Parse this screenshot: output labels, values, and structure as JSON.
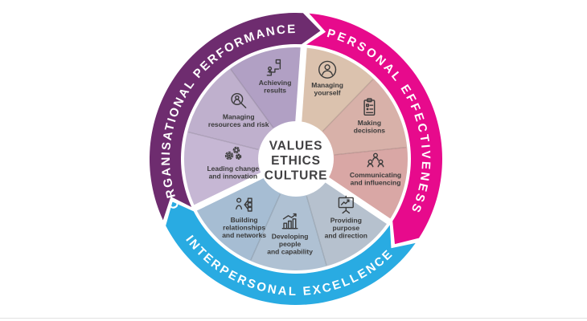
{
  "background": "#ffffff",
  "bottom_edge_color": "#e2e2e2",
  "icon_color": "#3b3b3b",
  "wedge_label_color": "#3a3a3a",
  "center": {
    "lines": [
      "VALUES",
      "ETHICS",
      "CULTURE"
    ],
    "circle_color": "#ffffff",
    "text_color": "#414042"
  },
  "sections": [
    {
      "id": "organisational-performance",
      "label": "ORGANISATIONAL PERFORMANCE",
      "ring_color": "#6E2C6F",
      "arc": {
        "cw_junction": 86,
        "ccw_junction": 206
      },
      "text_arc": {
        "from": 203,
        "to": 89,
        "radius": 157,
        "letter_spacing": 2.0,
        "side": "top"
      },
      "wedges": [
        {
          "id": "achieving-results",
          "label": "Achieving results",
          "label_lines": [
            "Achieving",
            "results"
          ],
          "icon": "achieving-results-icon",
          "fill": "#B1A0C4",
          "from": 86,
          "to": 126,
          "label_r": 94
        },
        {
          "id": "managing-resources-and-risk",
          "label": "Managing resources and risk",
          "label_lines": [
            "Managing",
            "resources and risk"
          ],
          "icon": "magnifier-person-icon",
          "fill": "#BFB0CD",
          "from": 126,
          "to": 166,
          "label_r": 86
        },
        {
          "id": "leading-change-and-innovation",
          "label": "Leading change and innovation",
          "label_lines": [
            "Leading change",
            "and innovation"
          ],
          "icon": "gears-icon",
          "fill": "#C6B7D4",
          "from": 166,
          "to": 206,
          "label_r": 80,
          "label_angle": 192
        }
      ]
    },
    {
      "id": "personal-effectiveness",
      "label": "PERSONAL EFFECTIVENESS",
      "ring_color": "#E70A8C",
      "arc": {
        "cw_junction": -34,
        "ccw_junction": 86
      },
      "text_arc": {
        "from": 82,
        "to": -31,
        "radius": 157,
        "letter_spacing": 3.0,
        "side": "top"
      },
      "wedges": [
        {
          "id": "managing-yourself",
          "label": "Managing yourself",
          "label_lines": [
            "Managing",
            "yourself"
          ],
          "icon": "person-circle-icon",
          "fill": "#DBC2AE",
          "from": 46,
          "to": 86,
          "label_r": 96
        },
        {
          "id": "making-decisions",
          "label": "Making decisions",
          "label_lines": [
            "Making",
            "decisions"
          ],
          "icon": "clipboard-icon",
          "fill": "#D8B1A9",
          "from": 6,
          "to": 46,
          "label_r": 100,
          "label_angle": 24
        },
        {
          "id": "communicating-and-influencing",
          "label": "Communicating and influencing",
          "label_lines": [
            "Communicating",
            "and influencing"
          ],
          "icon": "people-group-icon",
          "fill": "#D9A7A5",
          "from": -34,
          "to": 6,
          "label_r": 102
        }
      ]
    },
    {
      "id": "interpersonal-excellence",
      "label": "INTERPERSONAL EXCELLENCE",
      "ring_color": "#29ABE2",
      "arc": {
        "cw_junction": 206,
        "ccw_junction": 326
      },
      "text_arc": {
        "from": 210,
        "to": 322,
        "radius": 170,
        "letter_spacing": 2.6,
        "side": "bottom"
      },
      "wedges": [
        {
          "id": "providing-purpose-and-direction",
          "label": "Providing purpose and direction",
          "label_lines": [
            "Providing",
            "purpose",
            "and direction"
          ],
          "icon": "easel-icon",
          "fill": "#B6C1CE",
          "from": -74,
          "to": -34,
          "label_r": 106
        },
        {
          "id": "developing-people-and-capability",
          "label": "Developing people and capability",
          "label_lines": [
            "Developing",
            "people",
            "and capability"
          ],
          "icon": "chart-growth-icon",
          "fill": "#AFC1D3",
          "from": -114,
          "to": -74,
          "label_r": 106
        },
        {
          "id": "building-relationships-and-networks",
          "label": "Building relationships and networks",
          "label_lines": [
            "Building",
            "relationships",
            "and networks"
          ],
          "icon": "person-network-icon",
          "fill": "#A6BDD3",
          "from": -154,
          "to": -114,
          "label_r": 107,
          "label_angle": -127
        }
      ]
    }
  ]
}
